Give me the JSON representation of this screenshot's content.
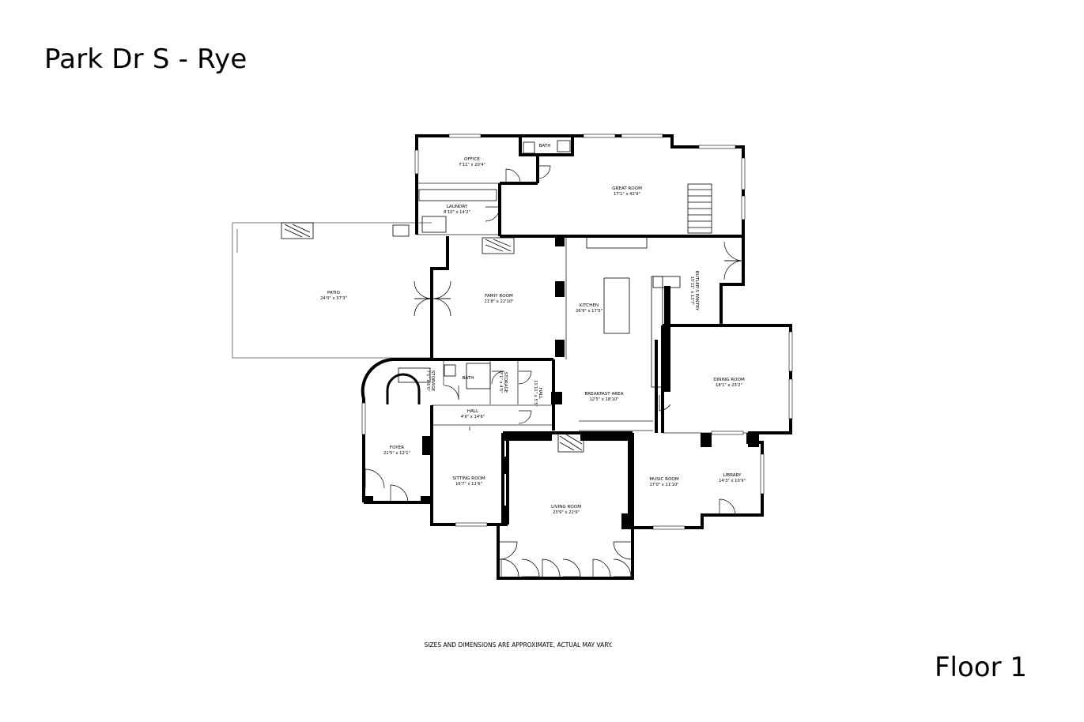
{
  "header": {
    "title": "Park Dr S - Rye"
  },
  "footer": {
    "disclaimer": "SIZES AND DIMENSIONS ARE APPROXIMATE, ACTUAL MAY VARY.",
    "floor": "Floor 1"
  },
  "rooms": {
    "office": {
      "name": "OFFICE",
      "dim": "7'11\" x 20'4\""
    },
    "bath_top": {
      "name": "BATH"
    },
    "great_room": {
      "name": "GREAT ROOM",
      "dim": "17'1\" x 42'9\""
    },
    "laundry": {
      "name": "LAUNDRY",
      "dim": "8'10\" x 14'2\""
    },
    "patio": {
      "name": "PATIO",
      "dim": "24'0\" x 37'3\""
    },
    "family_room": {
      "name": "FAMIY ROOM",
      "dim": "21'8\" x 22'10\""
    },
    "kitchen": {
      "name": "KITCHEN",
      "dim": "26'9\" x 17'5\""
    },
    "butlers_pantry": {
      "name": "BUTLER'S PANTRY",
      "dim": "15'11\" x 13'7\""
    },
    "dining_room": {
      "name": "DINING ROOM",
      "dim": "18'1\" x 23'2\""
    },
    "storage_1": {
      "name": "STORAGE",
      "dim": "7'1\" x 6'0\""
    },
    "bath_mid": {
      "name": "BATH"
    },
    "storage_2": {
      "name": "STORAGE",
      "dim": "7'1\" x 4'5\""
    },
    "hall_vert": {
      "name": "HALL",
      "dim": "11'11\" x 5'5\""
    },
    "breakfast_area": {
      "name": "BREAKFAST AREA",
      "dim": "12'5\" x 18'10\""
    },
    "hall": {
      "name": "HALL",
      "dim": "4'6\" x 14'6\""
    },
    "foyer": {
      "name": "FOYER",
      "dim": "21'5\" x 12'1\""
    },
    "sitting_room": {
      "name": "SITTING ROOM",
      "dim": "16'7\" x 11'6\""
    },
    "living_room": {
      "name": "LIVING ROOM",
      "dim": "23'9\" x 22'9\""
    },
    "music_room": {
      "name": "MUSIC ROOM",
      "dim": "17'0\" x 11'10\""
    },
    "library": {
      "name": "LIBRARY",
      "dim": "14'3\" x 10'9\""
    }
  }
}
